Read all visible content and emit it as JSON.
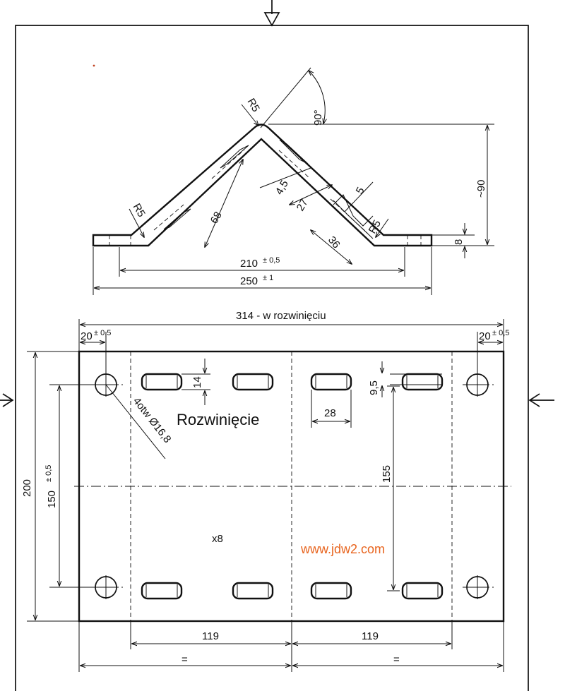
{
  "top_view": {
    "radius_top": "R5",
    "radius_left": "R5",
    "radius_right": "R5",
    "angle": "90°",
    "dim_4_5": "4,5",
    "dim_27": "27",
    "dim_5": "5",
    "dim_68": "68",
    "dim_36": "36",
    "dim_90": "~90",
    "dim_8": "8",
    "dim_210": "210",
    "tol_210": "± 0,5",
    "dim_250": "250",
    "tol_250": "± 1"
  },
  "flat_view": {
    "title": "Rozwinięcie",
    "overall_length": "314 - w rozwinięciu",
    "edge_offset_left": "20",
    "edge_offset_left_tol": "± 0,5",
    "edge_offset_right": "20",
    "edge_offset_right_tol": "± 0,5",
    "height": "200",
    "hole_spacing": "150",
    "hole_spacing_tol": "± 0,5",
    "hole_note": "4otw Ø16,8",
    "slot_height": "14",
    "slot_offset": "9,5",
    "slot_length": "28",
    "slot_spacing": "155",
    "slot_count": "x8",
    "bottom_left": "119",
    "bottom_right": "119",
    "equal_left": "=",
    "equal_right": "="
  },
  "watermark": "www.jdw2.com"
}
